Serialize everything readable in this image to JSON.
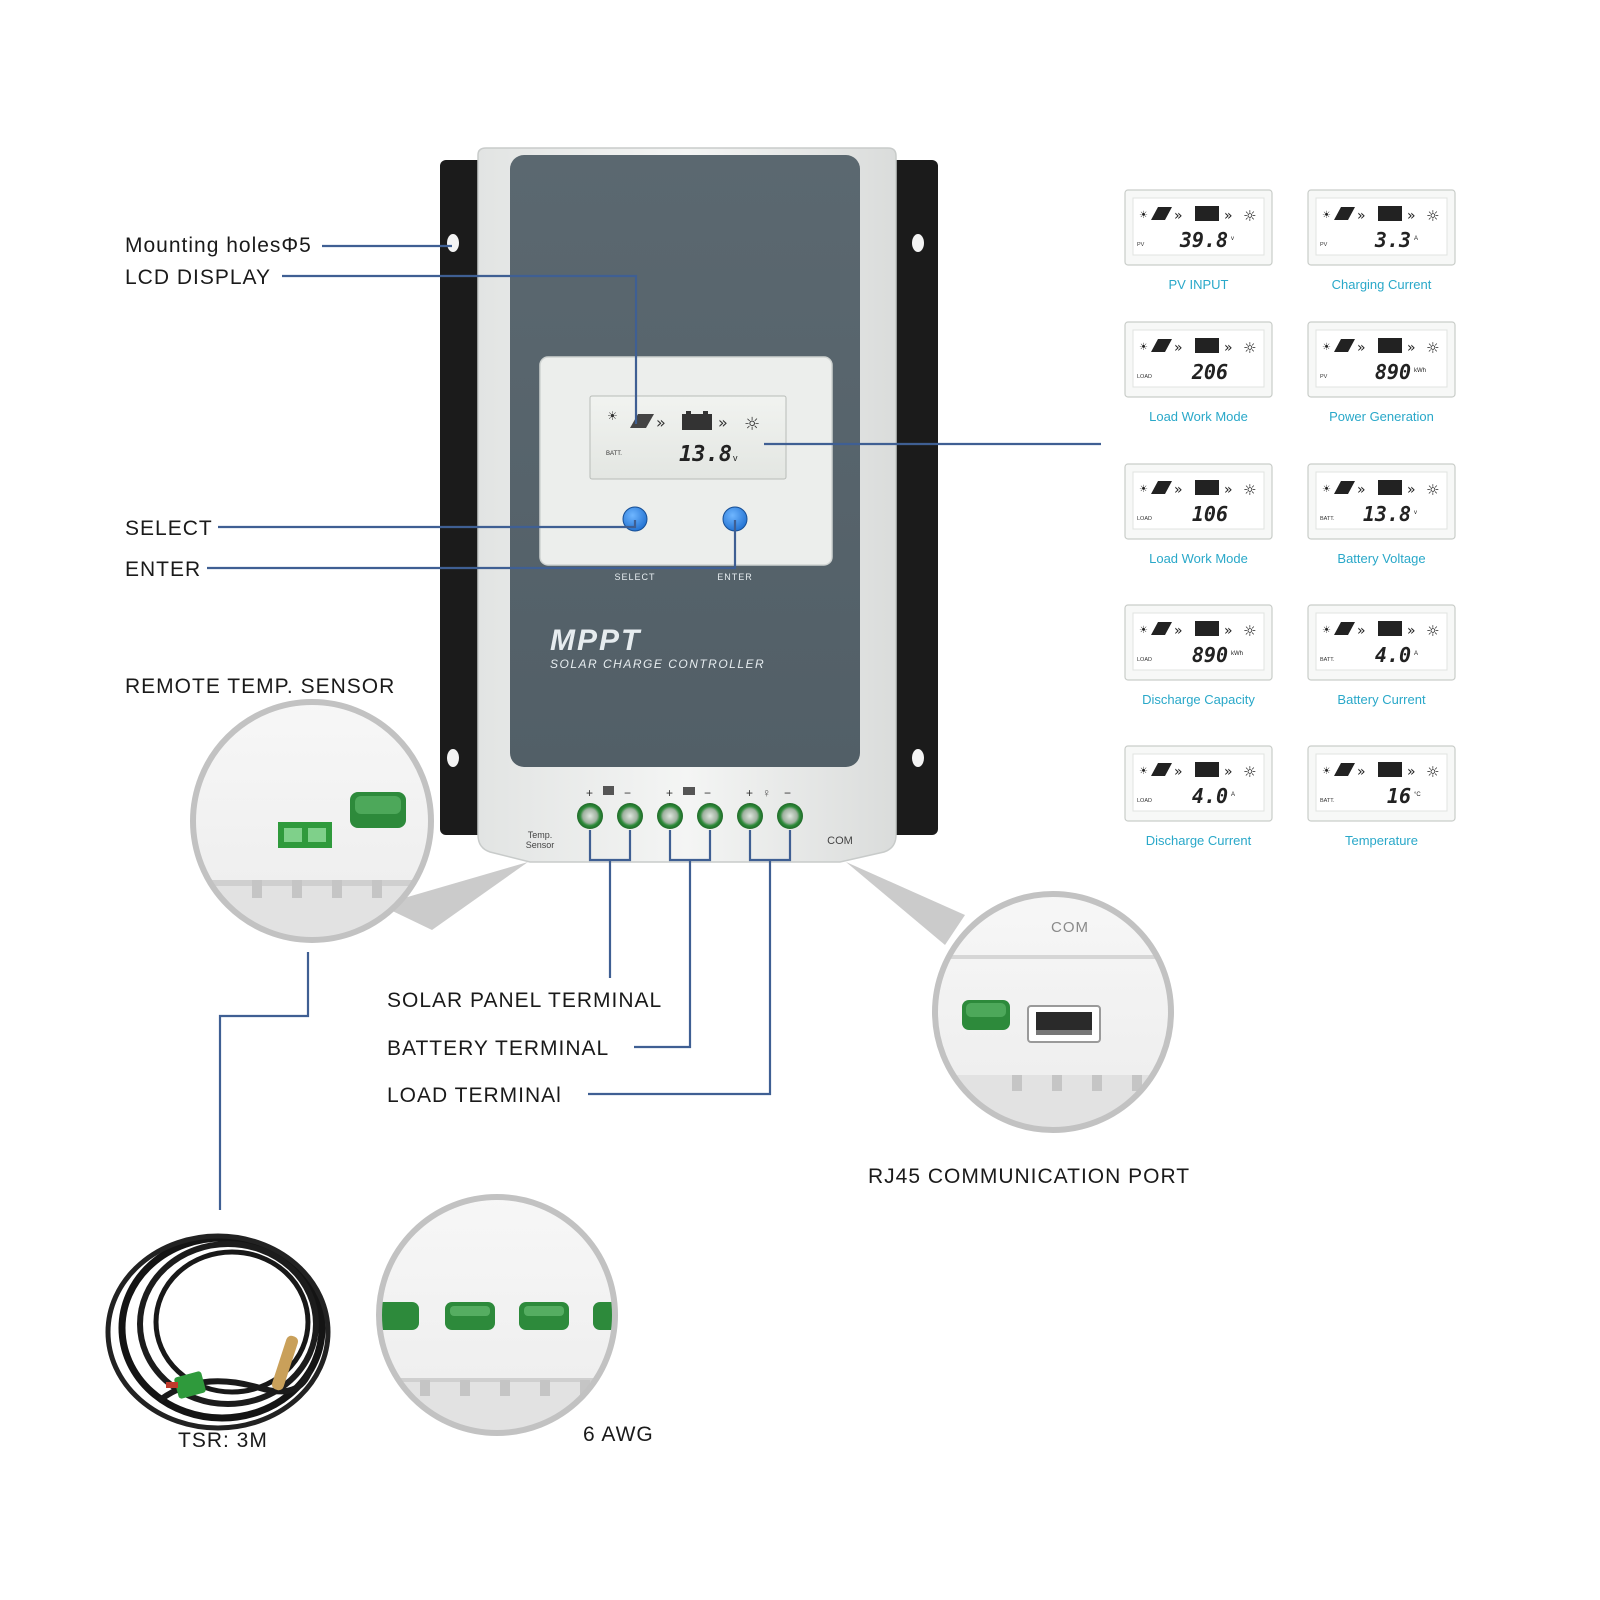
{
  "callouts": {
    "mounting_holes": "Mounting  holesΦ5",
    "lcd_display": "LCD  DISPLAY",
    "select": "SELECT",
    "enter": "ENTER",
    "remote_temp_sensor": "REMOTE  TEMP.  SENSOR",
    "solar_panel_terminal": "SOLAR  PANEL  TERMINAL",
    "battery_terminal": "BATTERY  TERMINAL",
    "load_terminal": "LOAD  TERMINAl",
    "rj45_port": "RJ45  COMMUNICATION  PORT",
    "tsr": "TSR: 3M",
    "awg": "6  AWG"
  },
  "device": {
    "brand": "MPPT",
    "subtitle": "SOLAR CHARGE CONTROLLER",
    "button_select": "SELECT",
    "button_enter": "ENTER",
    "lcd_label": "BATT.",
    "lcd_value": "13.8",
    "lcd_unit": "v",
    "temp_sensor_label_1": "Temp.",
    "temp_sensor_label_2": "Sensor",
    "com_label": "COM",
    "terminal_plus": "+",
    "terminal_minus": "−"
  },
  "zoom": {
    "com_label": "COM"
  },
  "screens": [
    {
      "label": "PV",
      "value": "39.8",
      "unit": "v",
      "caption": "PV  INPUT"
    },
    {
      "label": "PV",
      "value": "3.3",
      "unit": "A",
      "caption": "Charging  Current"
    },
    {
      "label": "LOAD",
      "value": "206",
      "unit": "",
      "caption": "Load  Work  Mode"
    },
    {
      "label": "PV",
      "value": "890",
      "unit": "kWh",
      "caption": "Power  Generation"
    },
    {
      "label": "LOAD",
      "value": "106",
      "unit": "",
      "caption": "Load  Work  Mode"
    },
    {
      "label": "BATT.",
      "value": "13.8",
      "unit": "v",
      "caption": "Battery  Voltage"
    },
    {
      "label": "LOAD",
      "value": "890",
      "unit": "kWh",
      "caption": "Discharge  Capacity"
    },
    {
      "label": "BATT.",
      "value": "4.0",
      "unit": "A",
      "caption": "Battery  Current"
    },
    {
      "label": "LOAD",
      "value": "4.0",
      "unit": "A",
      "caption": "Discharge  Current"
    },
    {
      "label": "BATT.",
      "value": "16",
      "unit": "°C",
      "caption": "Temperature"
    }
  ],
  "colors": {
    "leader": "#3f5f93",
    "panel": "#57646c",
    "caption": "#29a8c9",
    "terminal_green": "#2f8f3a"
  }
}
